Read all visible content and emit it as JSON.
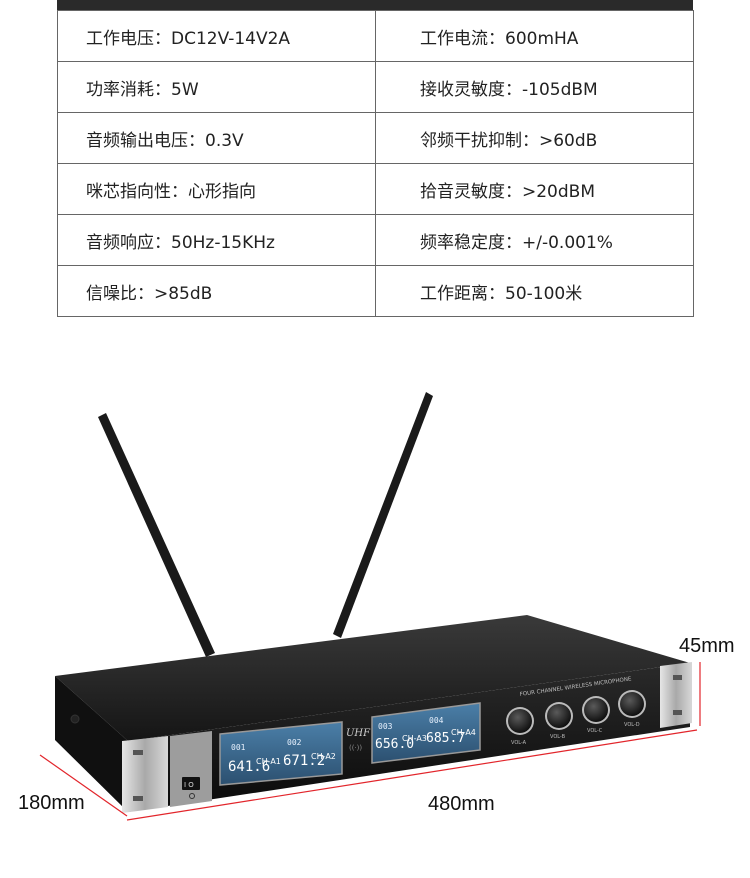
{
  "specs": [
    {
      "left": "工作电压：DC12V-14V2A",
      "right": "工作电流：600mHA"
    },
    {
      "left": "功率消耗：5W",
      "right": "接收灵敏度：-105dBM"
    },
    {
      "left": "音频输出电压：0.3V",
      "right": "邻频干扰抑制：>60dB"
    },
    {
      "left": "咪芯指向性：心形指向",
      "right": "拾音灵敏度：>20dBM"
    },
    {
      "left": "音频响应：50Hz-15KHz",
      "right": "频率稳定度：+/-0.001%"
    },
    {
      "left": "信噪比：>85dB",
      "right": "工作距离：50-100米"
    }
  ],
  "dimensions": {
    "height": "45mm",
    "depth": "180mm",
    "width": "480mm"
  },
  "device": {
    "brand": "UHF",
    "series_text": "FOUR CHANNEL WIRELESS MICROPHONE",
    "channels": [
      {
        "id": "001",
        "freq": "641.6",
        "label": "CH-A1"
      },
      {
        "id": "002",
        "freq": "671.2",
        "label": "CH-A2"
      },
      {
        "id": "003",
        "freq": "656.0",
        "label": "CH-A3"
      },
      {
        "id": "004",
        "freq": "685.7",
        "label": "CH-A4"
      }
    ],
    "knobs": [
      "VOL-A",
      "VOL-B",
      "VOL-C",
      "VOL-D"
    ],
    "power_marks": "I O"
  },
  "colors": {
    "dimension_line": "#e2252b",
    "chassis": "#1c1c1c",
    "panel": "#0d0d0d",
    "lcd": "#3e6f95"
  }
}
